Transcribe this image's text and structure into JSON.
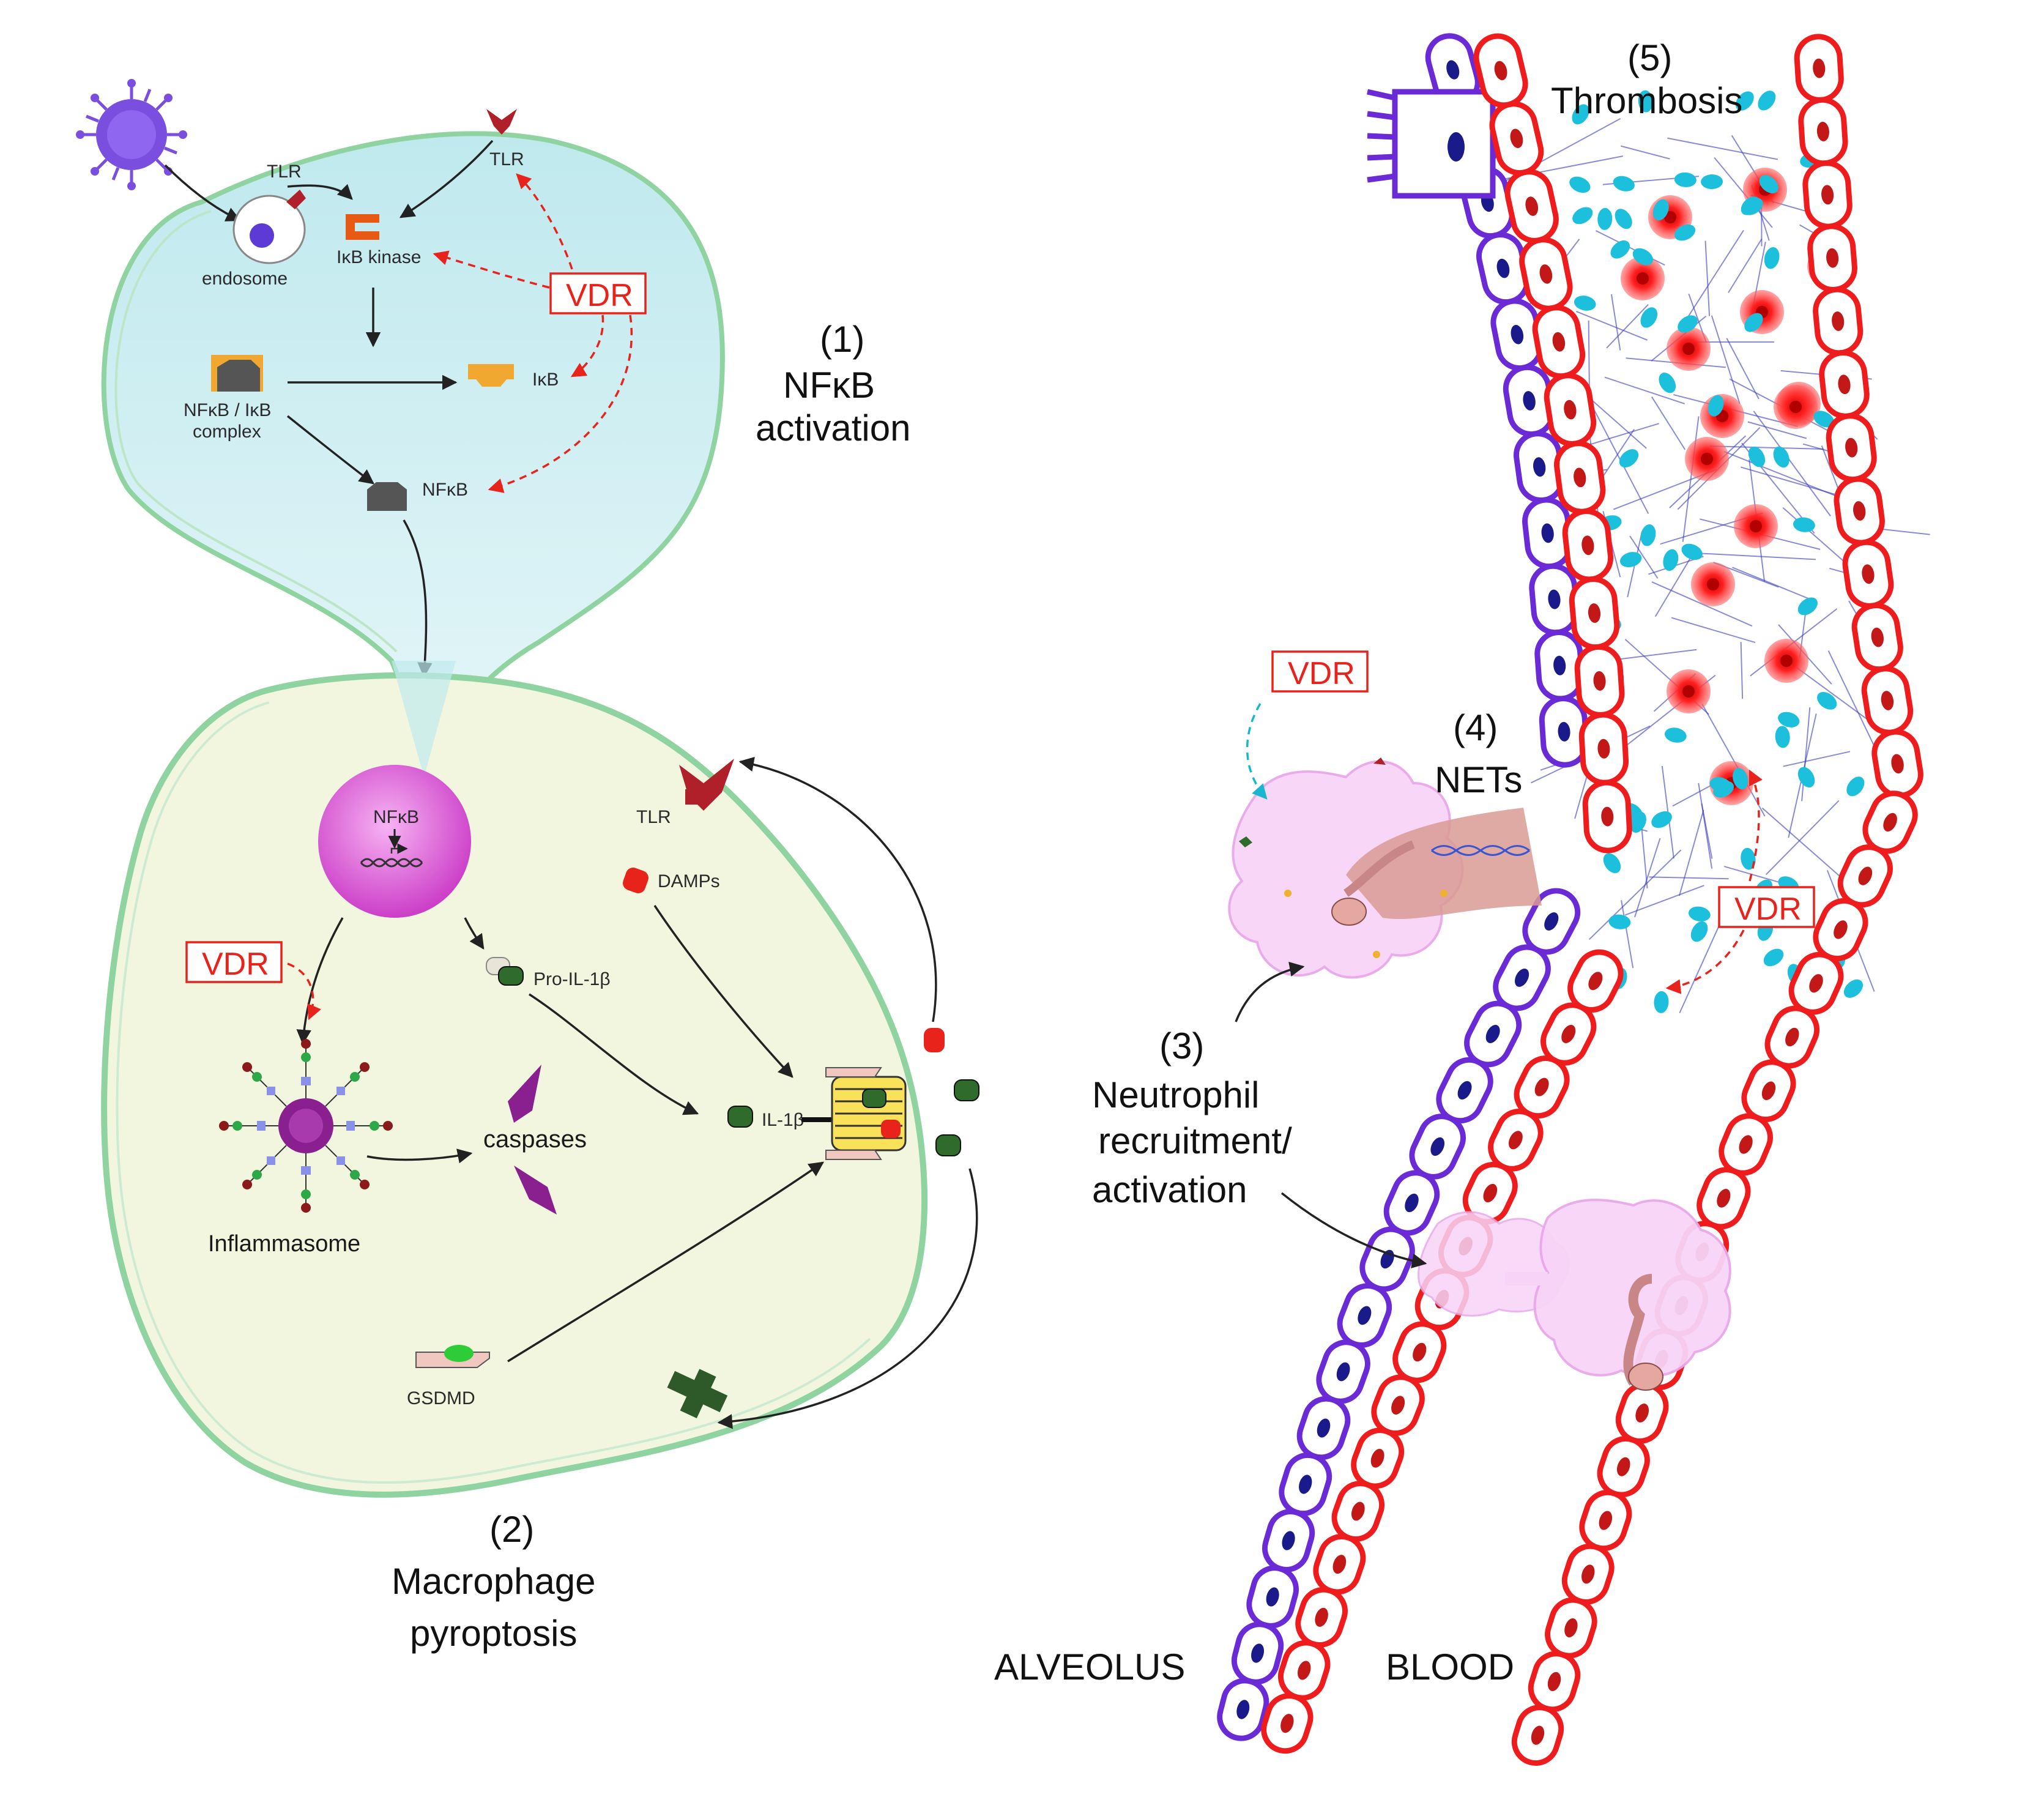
{
  "labels": {
    "tlr_endosome": "TLR",
    "tlr_membrane": "TLR",
    "endosome": "endosome",
    "ikb_kinase": "IκB kinase",
    "vdr_top": "VDR",
    "ikb": "IκB",
    "nfkb_ikb_complex_1": "NFκB / IκB",
    "nfkb_ikb_complex_2": "complex",
    "nfkb_free": "NFκB",
    "step1_num": "(1)",
    "step1_title_1": "NFκB",
    "step1_title_2": "activation",
    "nucleus_nfkb": "NFκB",
    "tlr_macrophage": "TLR",
    "damps": "DAMPs",
    "vdr_macrophage": "VDR",
    "pro_il1b": "Pro-IL-1β",
    "caspases": "caspases",
    "il1b": "IL-1β",
    "inflammasome": "Inflammasome",
    "gsdmd": "GSDMD",
    "step2_num": "(2)",
    "step2_title_1": "Macrophage",
    "step2_title_2": "pyroptosis",
    "vdr_net": "VDR",
    "step4_num": "(4)",
    "step4_title": "NETs",
    "step5_num": "(5)",
    "step5_title": "Thrombosis",
    "vdr_thrombosis": "VDR",
    "step3_num": "(3)",
    "step3_title_1": "Neutrophil",
    "step3_title_2": "recruitment/",
    "step3_title_3": "activation",
    "alveolus": "ALVEOLUS",
    "blood": "BLOOD"
  },
  "colors": {
    "nfkb_region_fill": "#bfe9ee",
    "membrane_green": "#8fd3a0",
    "macrophage_fill": "#f3f6de",
    "nucleus_magenta": "#d95fd8",
    "vdr_red": "#e8231c",
    "vessel_red": "#ee1c1c",
    "epithelium_purple": "#6a2bd6",
    "platelet_cyan": "#1cc0dc",
    "fibrin_blue": "#3b3fb8",
    "neutrophil_pink": "#f4c7f4",
    "caspase_purple": "#8a1f8f",
    "il1b_green": "#2f6b2a"
  },
  "icons": [
    "virus-icon",
    "tlr-receptor-icon",
    "ikb-kinase-icon",
    "dna-icon",
    "caspase-icon",
    "inflammasome-icon",
    "gsdmd-icon",
    "pore-icon",
    "red-blood-cell-icon",
    "platelet-icon"
  ]
}
